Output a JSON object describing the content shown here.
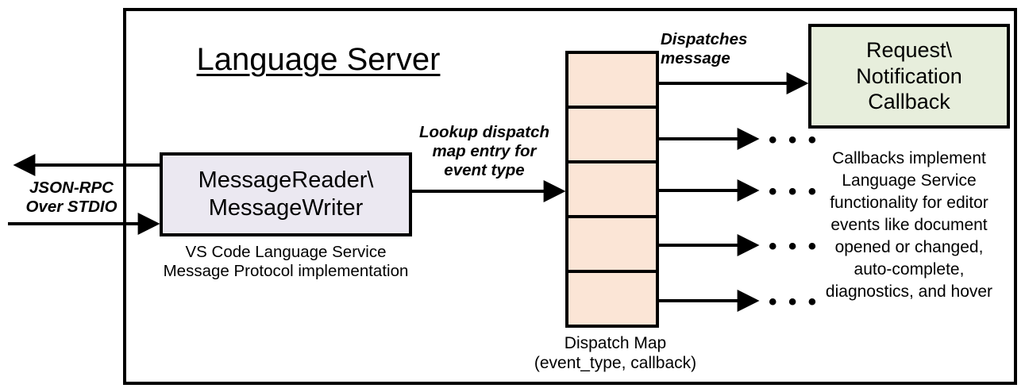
{
  "diagram": {
    "title": "Language Server",
    "outer_frame_name": "Language Server boundary",
    "message_rw": {
      "label": "MessageReader\\\nMessageWriter",
      "caption": "VS Code Language Service\nMessage Protocol implementation",
      "fill": "#ebe8f1"
    },
    "left_channel": {
      "label": "JSON-RPC\nOver STDIO",
      "outbound_arrow": "arrow pointing left out of Language Server",
      "inbound_arrow": "arrow pointing right into MessageReader"
    },
    "lookup_edge": {
      "label": "Lookup dispatch\nmap entry for\nevent type"
    },
    "dispatch_map": {
      "caption": "Dispatch Map\n(event_type, callback)",
      "fill": "#fbe5d6",
      "cells": [
        {
          "index": 1,
          "has_dot": true
        },
        {
          "index": 2,
          "has_dot": true
        },
        {
          "index": 3,
          "has_dot": true
        },
        {
          "index": 4,
          "has_dot": true
        },
        {
          "index": 5,
          "has_dot": true
        }
      ]
    },
    "dispatch_edge": {
      "label": "Dispatches\nmessage"
    },
    "callback": {
      "label": "Request\\\nNotification\nCallback",
      "fill": "#e7eedc",
      "description": "Callbacks implement\nLanguage Service\nfunctionality for editor\nevents like document\nopened or changed,\nauto-complete,\ndiagnostics, and hover"
    },
    "ellipses": [
      "• • •",
      "• • •",
      "• • •",
      "• • •"
    ]
  }
}
